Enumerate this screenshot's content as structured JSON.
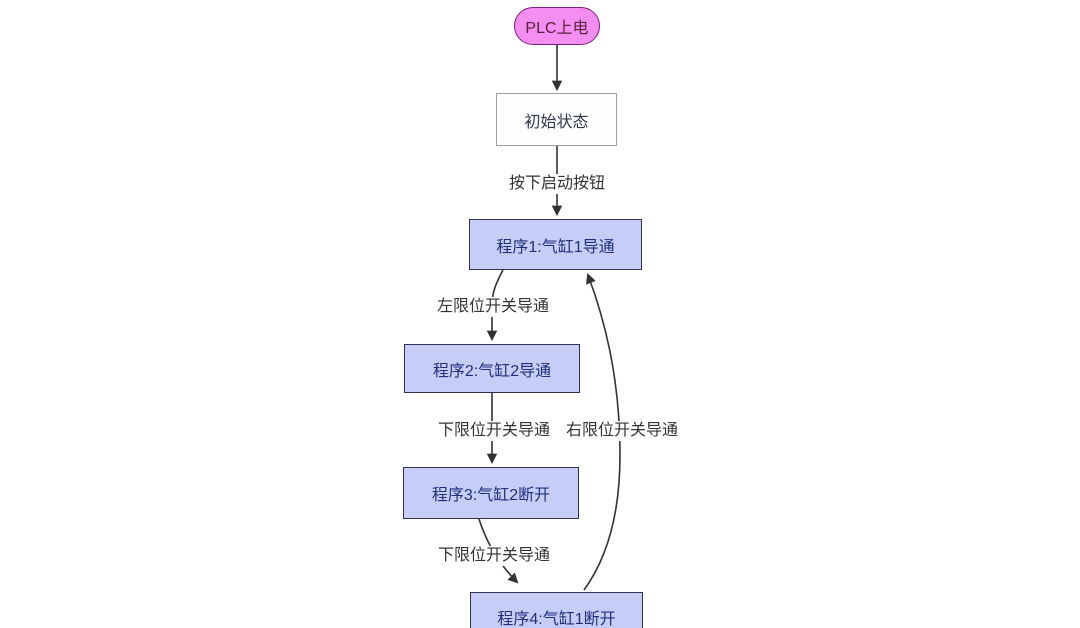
{
  "diagram": {
    "type": "flowchart",
    "direction": "top-down",
    "background_color": "#ffffff",
    "colors": {
      "edge_stroke": "#333333",
      "edge_label_text": "#333333",
      "start_node_fill": "#f48ff1",
      "start_node_border": "#7c2280",
      "start_node_text": "#572240",
      "state_node_fill": "#fefefe",
      "state_node_border": "#9aa0aa",
      "state_node_text": "#30384a",
      "process_node_fill": "#c6cdf7",
      "process_node_border": "#32324e",
      "process_node_text": "#20307c"
    },
    "nodes": [
      {
        "id": "start",
        "shape": "stadium",
        "label": "PLC上电"
      },
      {
        "id": "init",
        "shape": "rect",
        "label": "初始状态"
      },
      {
        "id": "p1",
        "shape": "rect",
        "label": "程序1:气缸1导通"
      },
      {
        "id": "p2",
        "shape": "rect",
        "label": "程序2:气缸2导通"
      },
      {
        "id": "p3",
        "shape": "rect",
        "label": "程序3:气缸2断开"
      },
      {
        "id": "p4",
        "shape": "rect",
        "label": "程序4:气缸1断开"
      }
    ],
    "edges": [
      {
        "from": "start",
        "to": "init",
        "label": ""
      },
      {
        "from": "init",
        "to": "p1",
        "label": "按下启动按钮"
      },
      {
        "from": "p1",
        "to": "p2",
        "label": "左限位开关导通"
      },
      {
        "from": "p2",
        "to": "p3",
        "label": "下限位开关导通"
      },
      {
        "from": "p3",
        "to": "p4",
        "label": "下限位开关导通"
      },
      {
        "from": "p4",
        "to": "p1",
        "label": "右限位开关导通"
      }
    ]
  }
}
